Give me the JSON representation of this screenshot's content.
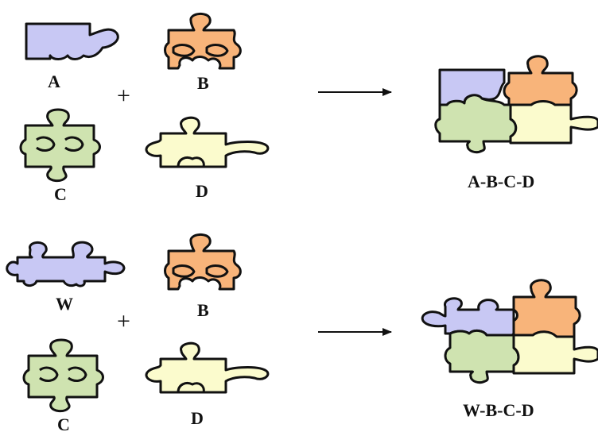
{
  "colors": {
    "A": "#c8c8f4",
    "B": "#f8b47a",
    "C": "#cfe3b0",
    "D": "#fbfbcd",
    "W": "#c8c8f4",
    "outline": "#111111"
  },
  "rows": [
    {
      "inputs": [
        "A",
        "B",
        "C",
        "D"
      ],
      "operator": "+",
      "result": "A-B-C-D"
    },
    {
      "inputs": [
        "W",
        "B",
        "C",
        "D"
      ],
      "operator": "+",
      "result": "W-B-C-D"
    }
  ],
  "arrow_icon": "right-arrow-icon"
}
